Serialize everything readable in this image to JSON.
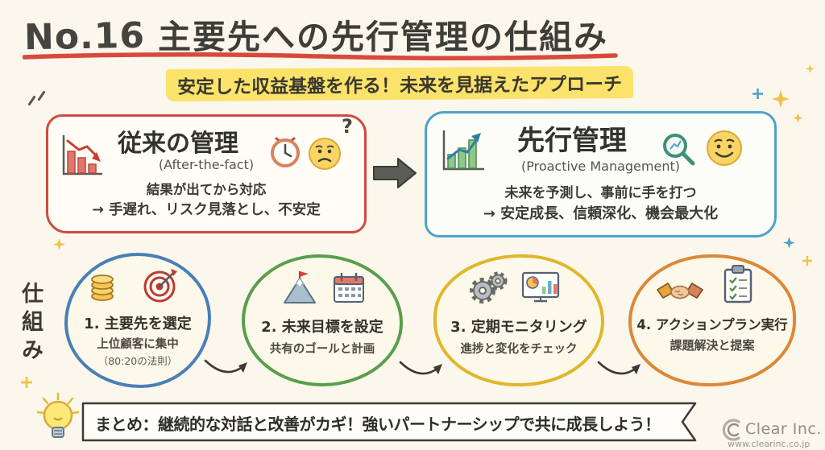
{
  "header": {
    "number": "No.16",
    "title": "主要先への先行管理の仕組み",
    "subtitle": "安定した収益基盤を作る！未来を見据えたアプローチ"
  },
  "comparison": {
    "traditional": {
      "title": "従来の管理",
      "subtitle": "(After-the-fact)",
      "line1": "結果が出てから対応",
      "line2": "→ 手遅れ、リスク見落とし、不安定",
      "question_mark": "?"
    },
    "proactive": {
      "title": "先行管理",
      "subtitle": "(Proactive Management)",
      "line1": "未来を予測し、事前に手を打つ",
      "line2": "→ 安定成長、信頼深化、機会最大化"
    }
  },
  "side_label": "仕組み",
  "steps": [
    {
      "title": "1. 主要先を選定",
      "desc": "上位顧客に集中",
      "note": "（80:20の法則）"
    },
    {
      "title": "2. 未来目標を設定",
      "desc": "共有のゴールと計画",
      "note": ""
    },
    {
      "title": "3. 定期モニタリング",
      "desc": "進捗と変化をチェック",
      "note": ""
    },
    {
      "title": "4. アクションプラン実行",
      "desc": "課題解決と提案",
      "note": ""
    }
  ],
  "summary": {
    "text": "まとめ：継続的な対話と改善がカギ！強いパートナーシップで共に成長しよう！"
  },
  "footer": {
    "company": "Clear Inc.",
    "url": "www.clearinc.co.jp"
  },
  "colors": {
    "background": "#fbf7ec",
    "accent_red": "#cf4a41",
    "accent_blue": "#4da3c8",
    "accent_green": "#5a9e4c",
    "accent_yellow": "#e0b62a",
    "accent_orange": "#dd8736",
    "highlight_yellow": "#fbe26a",
    "arrow_gray": "#5d5d58"
  }
}
